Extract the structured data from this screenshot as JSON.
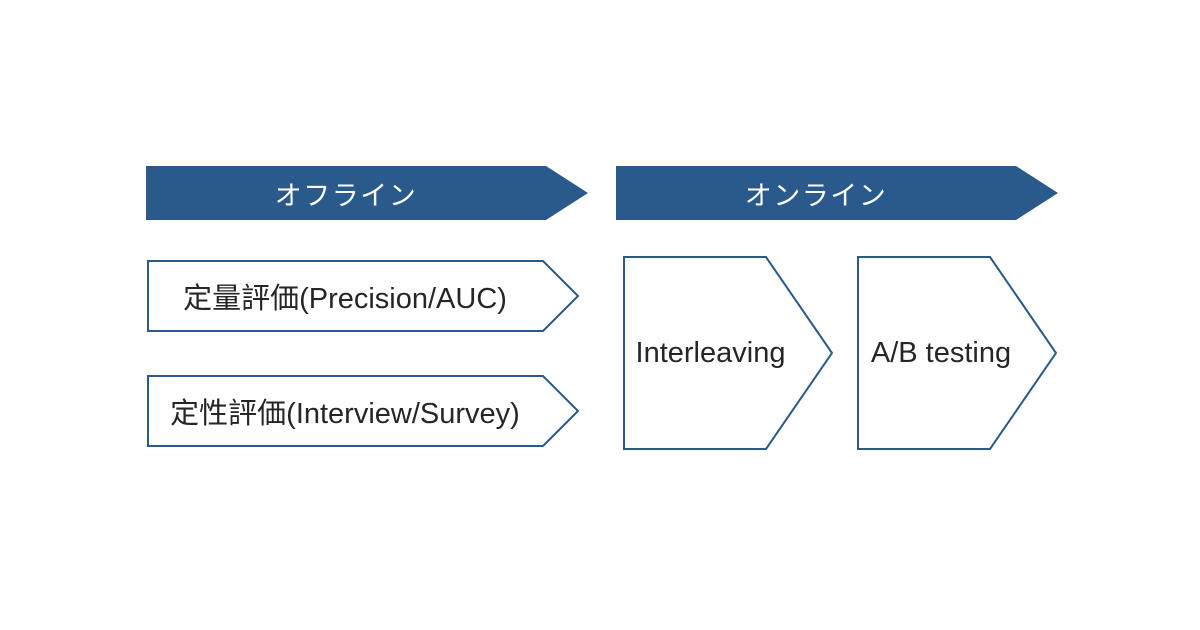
{
  "slide": {
    "background_color": "#ffffff",
    "accent_color": "#2a5a8c",
    "outline_color": "#2a5a8c",
    "text_color": "#262626",
    "banner_text_color": "#ffffff"
  },
  "diagram": {
    "type": "process-flow",
    "columns": [
      {
        "id": "offline",
        "header": "オフライン",
        "items": [
          {
            "id": "quantitative",
            "label": "定量評価(Precision/AUC)"
          },
          {
            "id": "qualitative",
            "label": "定性評価(Interview/Survey)"
          }
        ]
      },
      {
        "id": "online",
        "header": "オンライン",
        "items": [
          {
            "id": "interleaving",
            "label": "Interleaving"
          },
          {
            "id": "ab-testing",
            "label": "A/B testing"
          }
        ]
      }
    ]
  }
}
